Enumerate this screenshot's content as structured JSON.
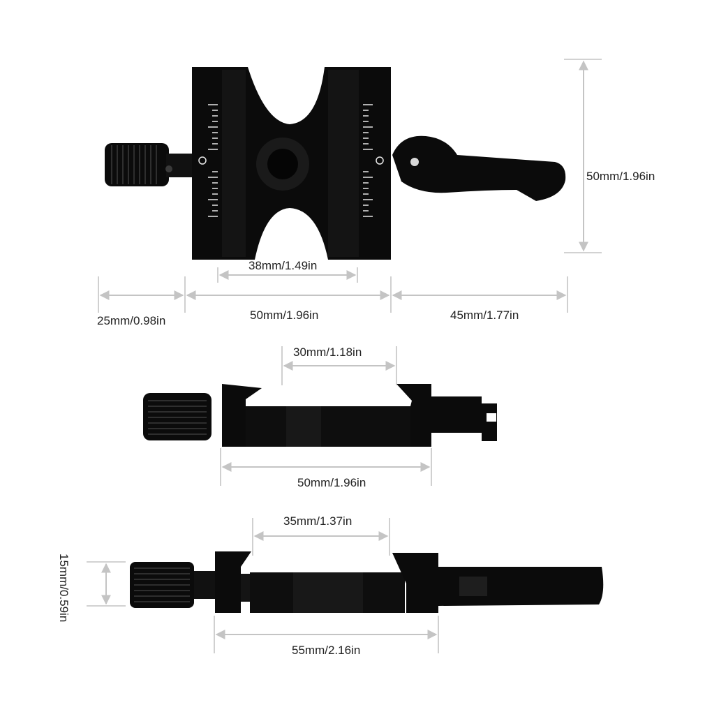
{
  "colors": {
    "body": "#0b0b0b",
    "body_highlight": "#2a2a2a",
    "dimension_line": "#c4c4c4",
    "scale_marks": "#e8e8e8",
    "text": "#222222"
  },
  "icons": [
    "knurled-knob-icon",
    "lever-icon",
    "screw-hole-icon",
    "scale-icon"
  ],
  "top_view": {
    "width_label": "38mm/1.49in",
    "knob_label": "25mm/0.98in",
    "body_label": "50mm/1.96in",
    "lever_label": "45mm/1.77in",
    "height_label": "50mm/1.96in"
  },
  "side_view": {
    "jaw_label": "30mm/1.18in",
    "length_label": "50mm/1.96in"
  },
  "open_view": {
    "jaw_label": "35mm/1.37in",
    "length_label": "55mm/2.16in",
    "thickness_label": "15mm/0.59in"
  }
}
